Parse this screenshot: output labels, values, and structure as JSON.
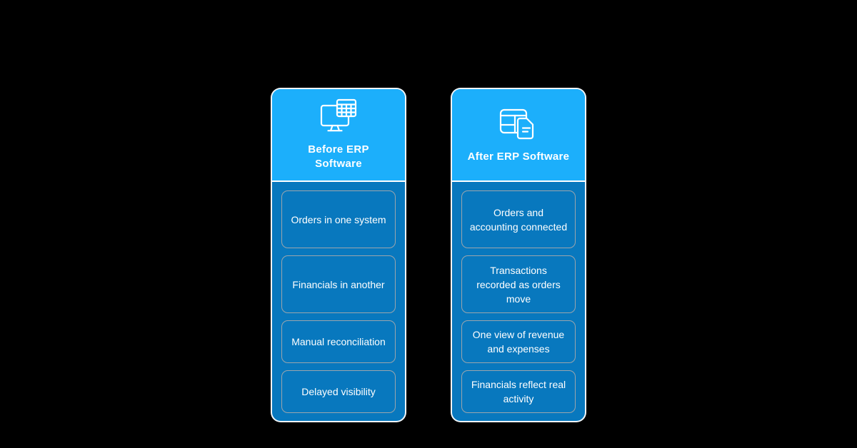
{
  "colors": {
    "background": "#000000",
    "header_blue": "#1CAFFB",
    "body_blue": "#0878BE",
    "box_border": "#9AA5AD",
    "card_border": "#FFFFFF",
    "text": "#FFFFFF"
  },
  "cards": [
    {
      "icon": "monitor-spreadsheet-icon",
      "title_line1": "Before ERP",
      "title_line2": "Software",
      "items": [
        "Orders in one system",
        "Financials in another",
        "Manual reconciliation",
        "Delayed visibility"
      ]
    },
    {
      "icon": "table-document-icon",
      "title_line1": "After ERP Software",
      "title_line2": "",
      "items": [
        "Orders and accounting connected",
        "Transactions recorded as orders move",
        "One view of revenue and expenses",
        "Financials reflect real activity"
      ]
    }
  ]
}
